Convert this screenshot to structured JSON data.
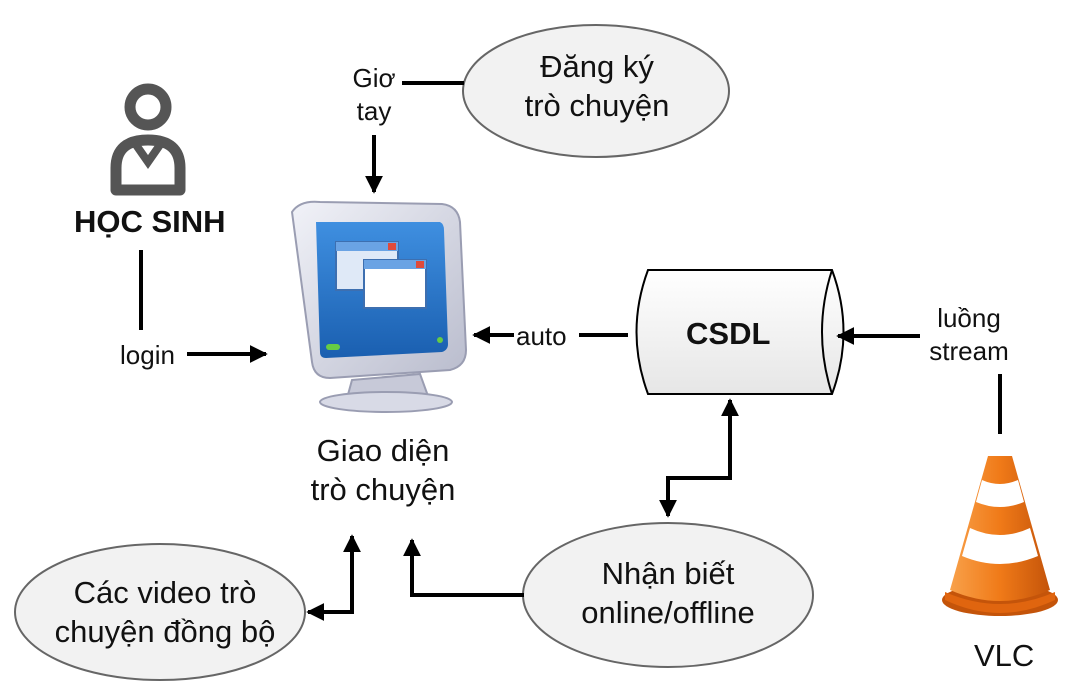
{
  "nodes": {
    "student": "HỌC SINH",
    "register": [
      "Đăng ký",
      "trò chuyện"
    ],
    "interface": [
      "Giao diện",
      "trò chuyện"
    ],
    "database": "CSDL",
    "online_status": [
      "Nhận biết",
      "online/offline"
    ],
    "sync_videos": [
      "Các video trò",
      "chuyện đồng bộ"
    ],
    "vlc": "VLC"
  },
  "edge_labels": {
    "raise_hand": [
      "Giơ",
      "tay"
    ],
    "login": "login",
    "auto": "auto",
    "stream": [
      "luồng",
      "stream"
    ]
  },
  "colors": {
    "line": "#000000",
    "ellipse_fill": "#f2f2f2",
    "ellipse_stroke": "#666666",
    "cylinder_fill": "#f3f3f3",
    "user_icon": "#555555",
    "monitor_bezel": "#d6d8e6",
    "screen_blue": "#2f7fd0",
    "cone_orange": "#f07a18"
  }
}
